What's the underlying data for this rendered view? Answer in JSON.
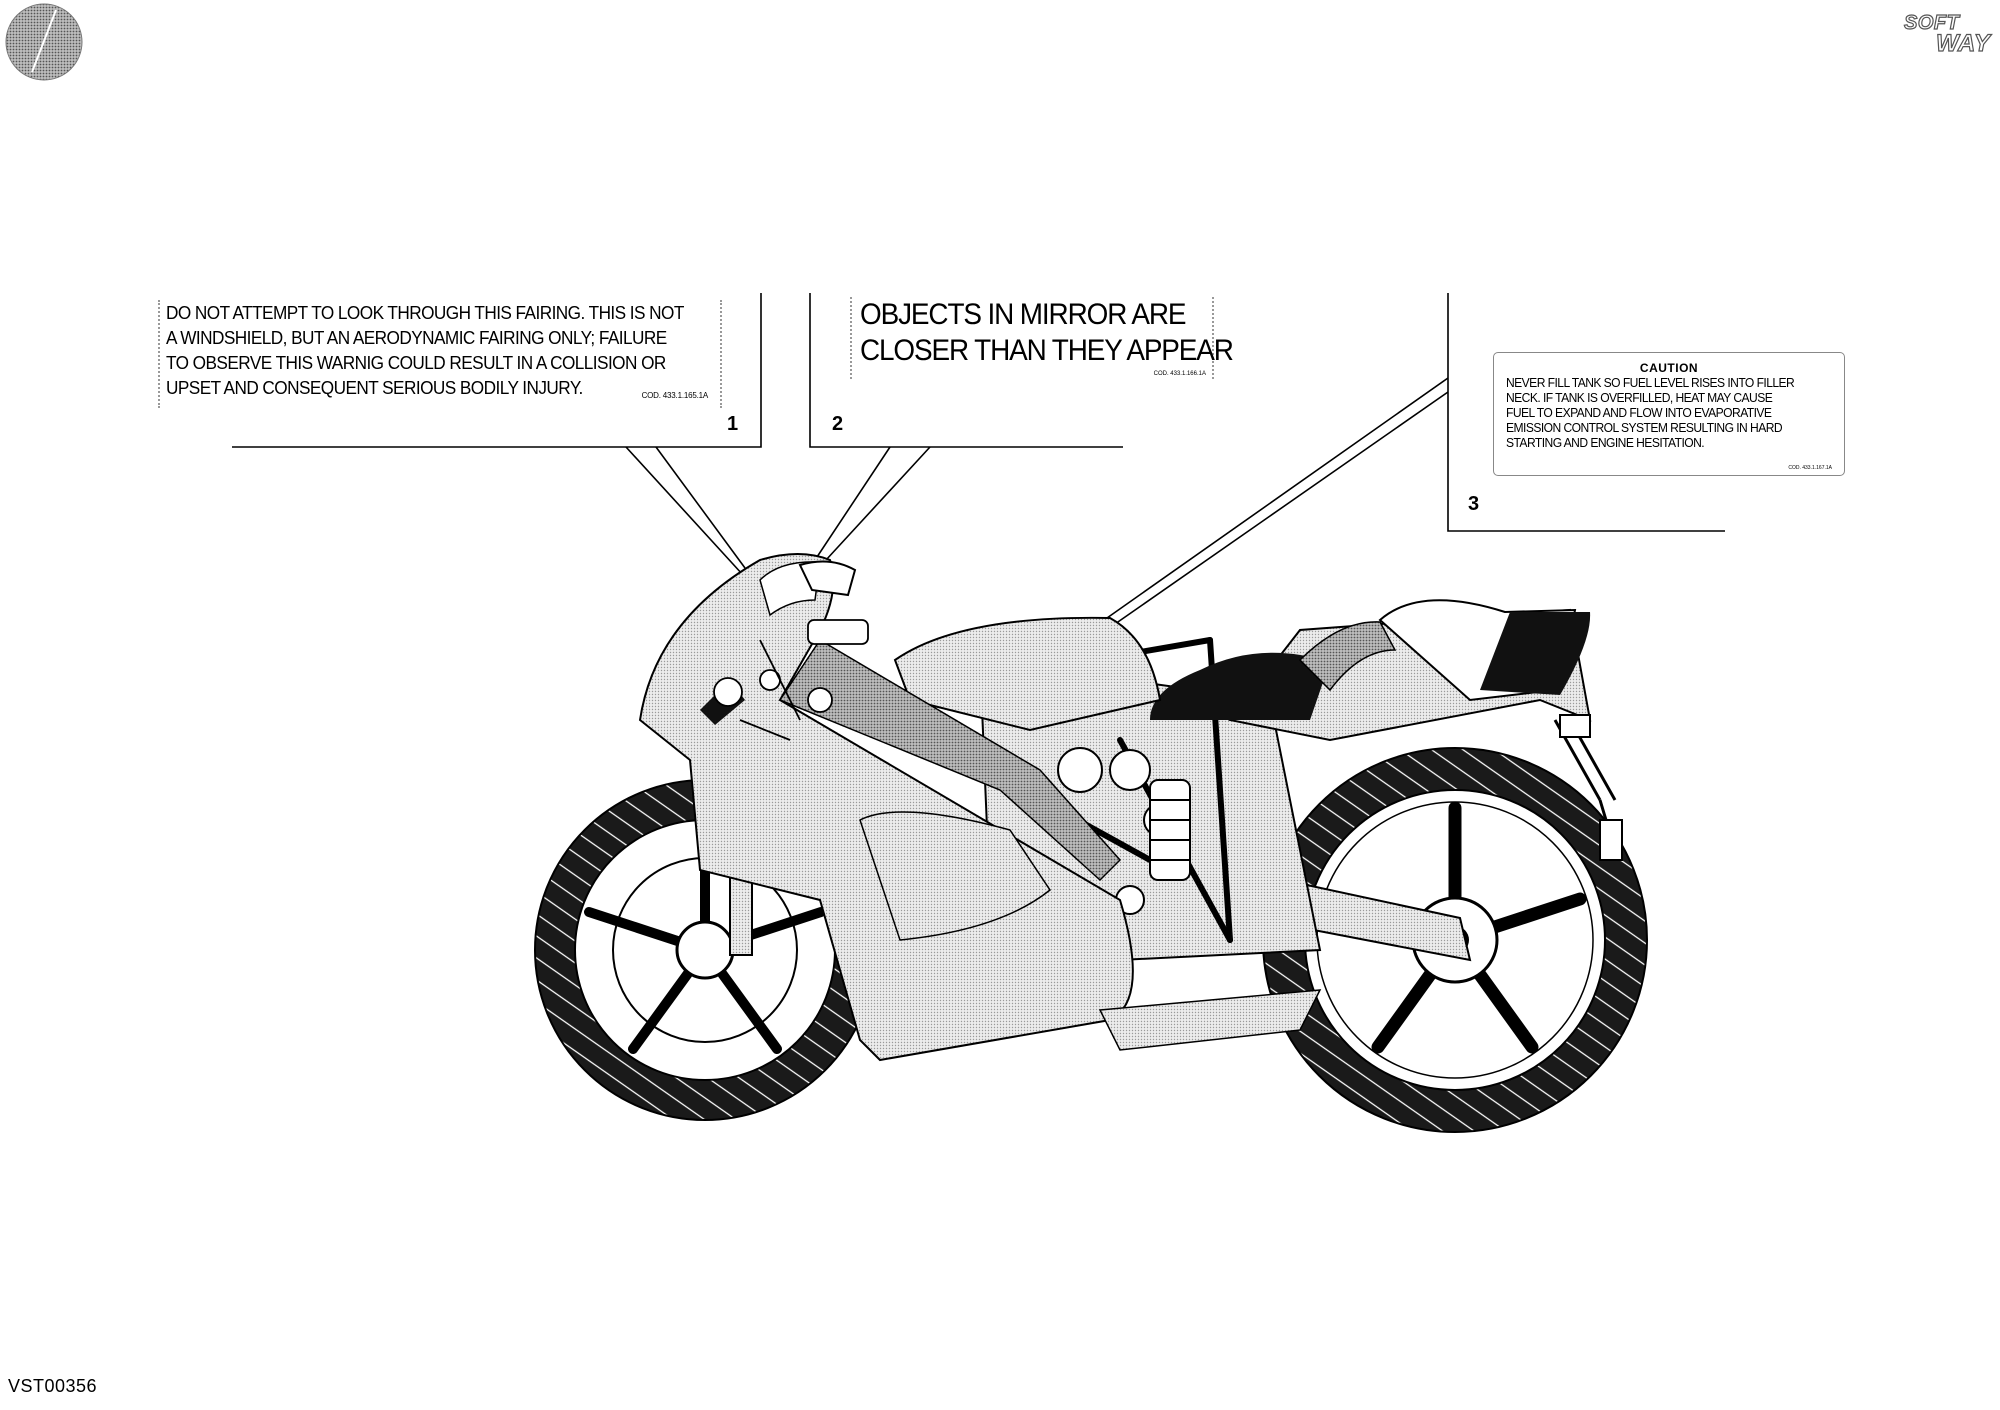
{
  "document": {
    "code": "VST00356",
    "brand": {
      "line1": "SOFT",
      "line2": "WAY"
    }
  },
  "callouts": [
    {
      "number": "1"
    },
    {
      "number": "2"
    },
    {
      "number": "3"
    }
  ],
  "decals": {
    "fairing_warning": {
      "lines": [
        "DO NOT ATTEMPT TO LOOK THROUGH THIS FAIRING. THIS IS NOT",
        "A WINDSHIELD, BUT AN AERODYNAMIC FAIRING ONLY; FAILURE",
        "TO OBSERVE THIS WARNIG COULD RESULT IN A COLLISION OR",
        "UPSET AND CONSEQUENT SERIOUS BODILY INJURY."
      ],
      "code": "Cod. 433.1.165.1A"
    },
    "mirror_warning": {
      "lines": [
        "OBJECTS IN MIRROR ARE",
        "CLOSER THAN THEY APPEAR"
      ],
      "code": "Cod. 433.1.166.1A"
    },
    "fuel_caution": {
      "title": "CAUTION",
      "lines": [
        "NEVER FILL TANK SO FUEL LEVEL RISES INTO FILLER",
        "NECK. IF TANK IS OVERFILLED, HEAT MAY CAUSE",
        "FUEL TO EXPAND AND FLOW INTO EVAPORATIVE",
        "EMISSION CONTROL SYSTEM RESULTING IN HARD",
        "STARTING AND ENGINE HESITATION."
      ],
      "code": "Cod. 433.1.167.1A"
    }
  }
}
